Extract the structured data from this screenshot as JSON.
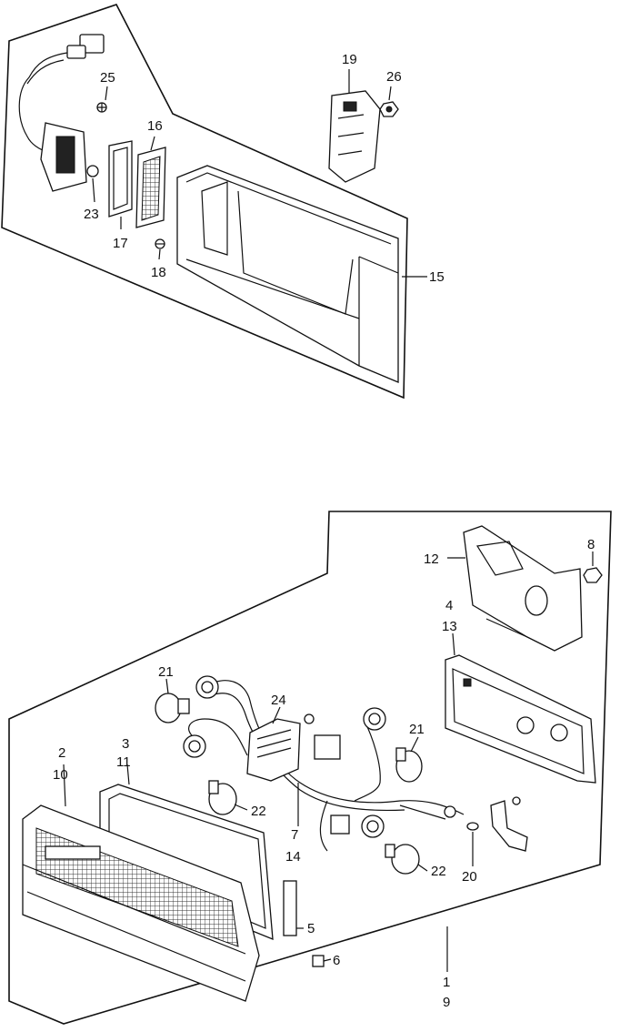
{
  "diagram": {
    "upper_group_labels": [
      "25",
      "23",
      "17",
      "18",
      "16",
      "19",
      "26",
      "15"
    ],
    "lower_group_labels": [
      "12",
      "8",
      "4",
      "13",
      "21",
      "24",
      "21",
      "2",
      "10",
      "3",
      "11",
      "22",
      "7",
      "14",
      "22",
      "20",
      "5",
      "6",
      "1",
      "9"
    ]
  }
}
